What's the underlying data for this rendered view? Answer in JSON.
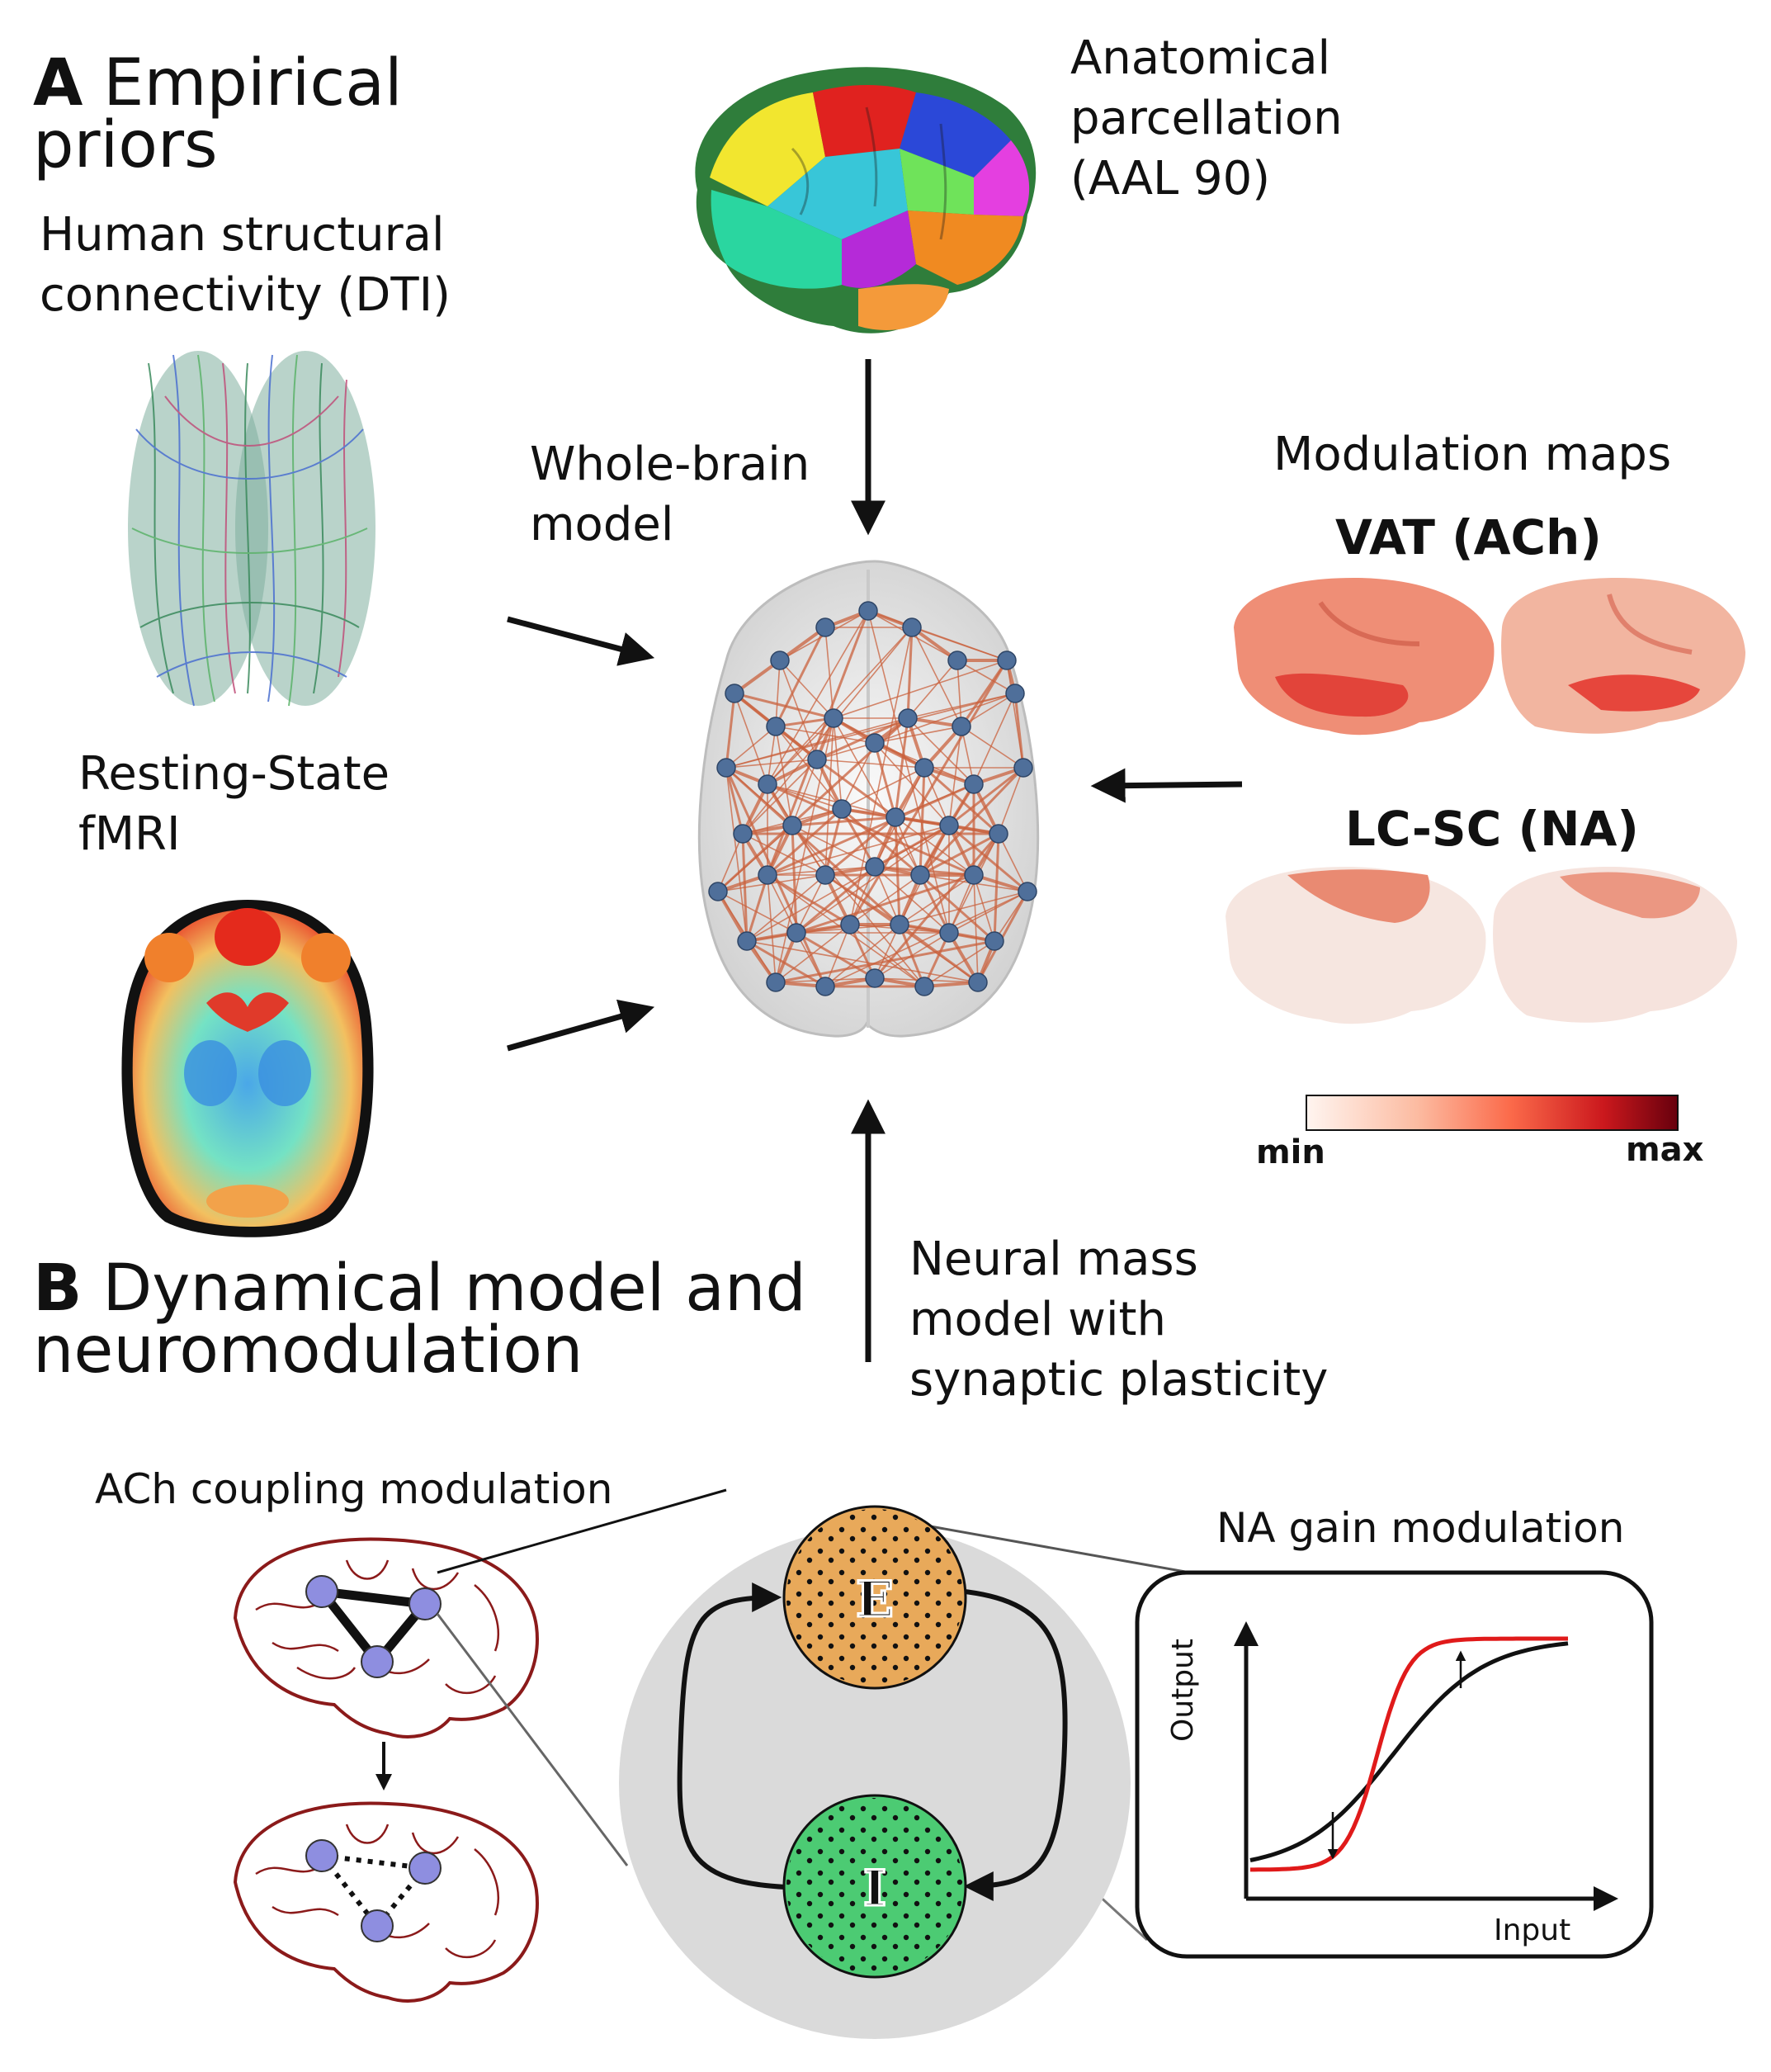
{
  "section_a": {
    "letter": "A",
    "title_line1": "Empirical",
    "title_line2": "priors"
  },
  "section_b": {
    "letter": "B",
    "title_line1": "Dynamical model and",
    "title_line2": "neuromodulation"
  },
  "labels": {
    "dti_line1": "Human structural",
    "dti_line2": "connectivity (DTI)",
    "aal_line1": "Anatomical",
    "aal_line2": "parcellation",
    "aal_line3": "(AAL 90)",
    "whole_brain_line1": "Whole-brain",
    "whole_brain_line2": "model",
    "rs_line1": "Resting-State",
    "rs_line2": "fMRI",
    "modulation_maps": "Modulation maps",
    "vat": "VAT (ACh)",
    "lcsc": "LC-SC (NA)",
    "nmm_line1": "Neural mass",
    "nmm_line2": "model with",
    "nmm_line3": "synaptic plasticity",
    "ach": "ACh coupling modulation",
    "na": "NA gain modulation"
  },
  "colorbar": {
    "min_label": "min",
    "max_label": "max",
    "colors": [
      "#fff5f0",
      "#fcbba1",
      "#fb6a4a",
      "#cb181d",
      "#67000d"
    ]
  },
  "population_nodes": {
    "excitatory": "E",
    "inhibitory": "I",
    "excitatory_color": "#e8a95a",
    "inhibitory_color": "#4ccb73"
  },
  "gain_plot": {
    "x_label": "Input",
    "y_label": "Output",
    "baseline_color": "#111111",
    "modulated_color": "#e01a1a"
  },
  "colors": {
    "edge_color": "#c9623e",
    "node_color": "#4f6f9a",
    "brain_outline": "#8b1a1a",
    "small_node": "#8e8ee0"
  }
}
